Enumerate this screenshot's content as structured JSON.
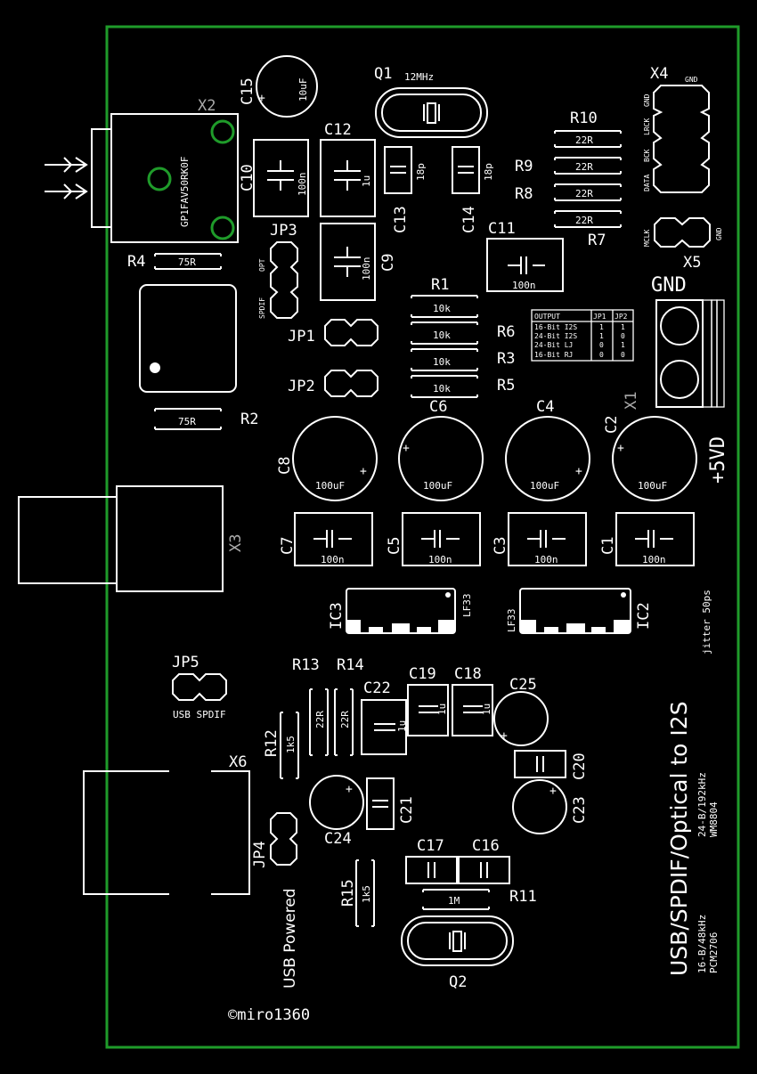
{
  "board": {
    "copyright": "©miro1360",
    "title": "USB/SPDIF/Optical to I2S"
  },
  "side_notes": {
    "line_a": "24-B/192kHz",
    "line_b": "WM8804",
    "line_c": "16-B/48kHz",
    "line_d": "PCM2706",
    "jitter": "jitter 50ps"
  },
  "connectors": {
    "x1": "X1",
    "x1_gnd": "GND",
    "x1_5v": "+5VD",
    "x2": "X2",
    "x2_part": "GP1FAV50RK0F",
    "x3": "X3",
    "x4": "X4",
    "x4_pins": [
      "GND",
      "LRCK",
      "BCK",
      "DATA"
    ],
    "x4_gnd": "GND",
    "x5": "X5",
    "x5_mclk": "MCLK",
    "x5_gnd": "GND",
    "x6": "X6"
  },
  "jumpers": {
    "jp1": "JP1",
    "jp2": "JP2",
    "jp3": "JP3",
    "jp3_opt": "OPT",
    "jp3_spdif": "SPDIF",
    "jp4": "JP4",
    "jp4_note": "USB Powered",
    "jp5": "JP5",
    "jp5_note": "USB SPDIF"
  },
  "crystals": {
    "q1": "Q1",
    "q1_freq": "12MHz",
    "q2": "Q2"
  },
  "ics": {
    "ic2": "IC2",
    "ic2_part": "LF33",
    "ic3": "IC3",
    "ic3_part": "LF33"
  },
  "resistors": {
    "r1": "R1",
    "r2": "R2",
    "r3": "R3",
    "r4": "R4",
    "r5": "R5",
    "r6": "R6",
    "r7": "R7",
    "r8": "R8",
    "r9": "R9",
    "r10": "R10",
    "r11": "R11",
    "r12": "R12",
    "r13": "R13",
    "r14": "R14",
    "r15": "R15",
    "v_10k": "10k",
    "v_22r": "22R",
    "v_75r": "75R",
    "v_1k5": "1k5",
    "v_1m": "1M"
  },
  "capacitors": {
    "c1": "C1",
    "c2": "C2",
    "c3": "C3",
    "c4": "C4",
    "c5": "C5",
    "c6": "C6",
    "c7": "C7",
    "c8": "C8",
    "c9": "C9",
    "c10": "C10",
    "c11": "C11",
    "c12": "C12",
    "c13": "C13",
    "c14": "C14",
    "c15": "C15",
    "c16": "C16",
    "c17": "C17",
    "c18": "C18",
    "c19": "C19",
    "c20": "C20",
    "c21": "C21",
    "c22": "C22",
    "c23": "C23",
    "c24": "C24",
    "c25": "C25",
    "v_100n": "100n",
    "v_100uf": "100uF",
    "v_10uf": "10uF",
    "v_1u": "1u",
    "v_18p": "18p"
  },
  "output_table": {
    "headers": [
      "OUTPUT",
      "JP1",
      "JP2"
    ],
    "rows": [
      [
        "16-Bit I2S",
        "1",
        "1"
      ],
      [
        "24-Bit I2S",
        "1",
        "0"
      ],
      [
        "24-Bit LJ",
        "0",
        "1"
      ],
      [
        "16-Bit RJ",
        "0",
        "0"
      ]
    ]
  }
}
